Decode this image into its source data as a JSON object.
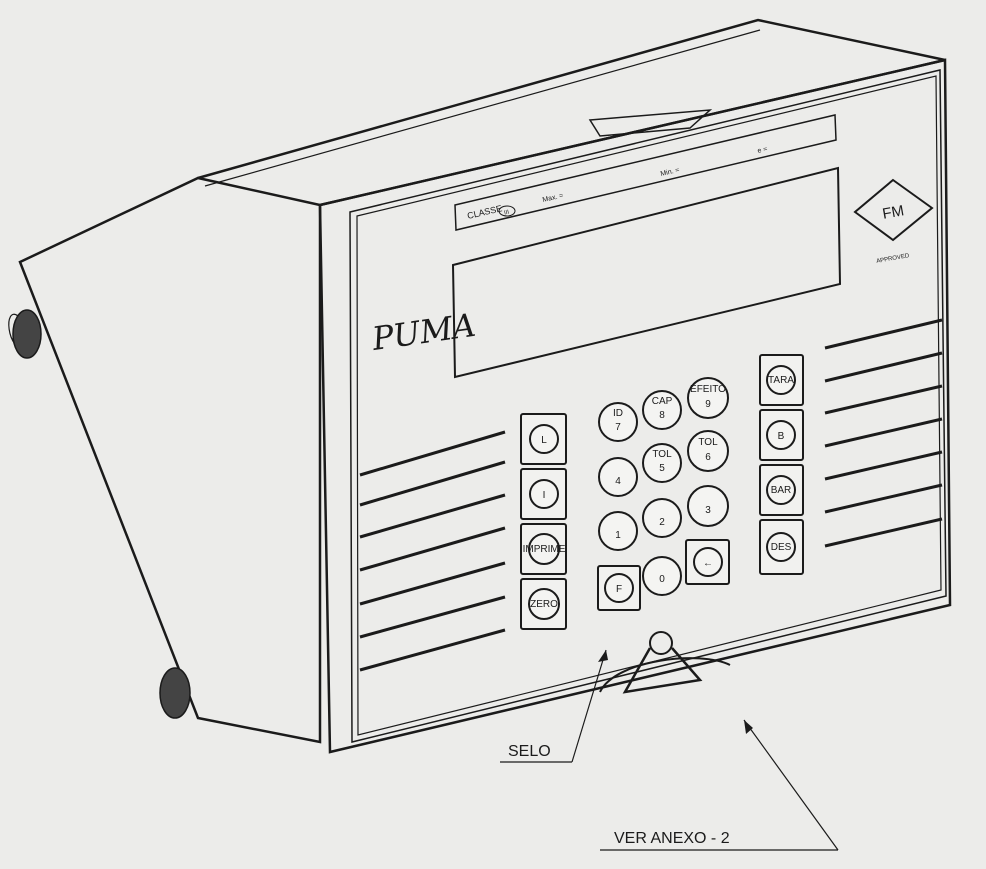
{
  "device": {
    "brand": "PUMA",
    "class_label": "CLASSE",
    "class_mark": "III",
    "plate_marks": [
      "Max. =",
      "Min. =",
      "e ="
    ],
    "approval_logo": "FM",
    "approval_text": "APPROVED"
  },
  "keypad": {
    "left_keys": [
      "L",
      "I",
      "IMPRIME",
      "ZERO"
    ],
    "center_keys": [
      "7",
      "8",
      "9",
      "4",
      "5",
      "6",
      "1",
      "2",
      "3",
      "F",
      "0",
      "←"
    ],
    "center_subs": [
      "ID",
      "CAP",
      "EFEITO",
      "",
      "TOL",
      "TOL",
      "",
      "",
      "",
      "",
      "",
      ""
    ],
    "right_keys": [
      "TARA",
      "B",
      "BAR",
      "DES"
    ]
  },
  "callouts": {
    "seal": "SELO",
    "annex": "VER ANEXO - 2"
  }
}
